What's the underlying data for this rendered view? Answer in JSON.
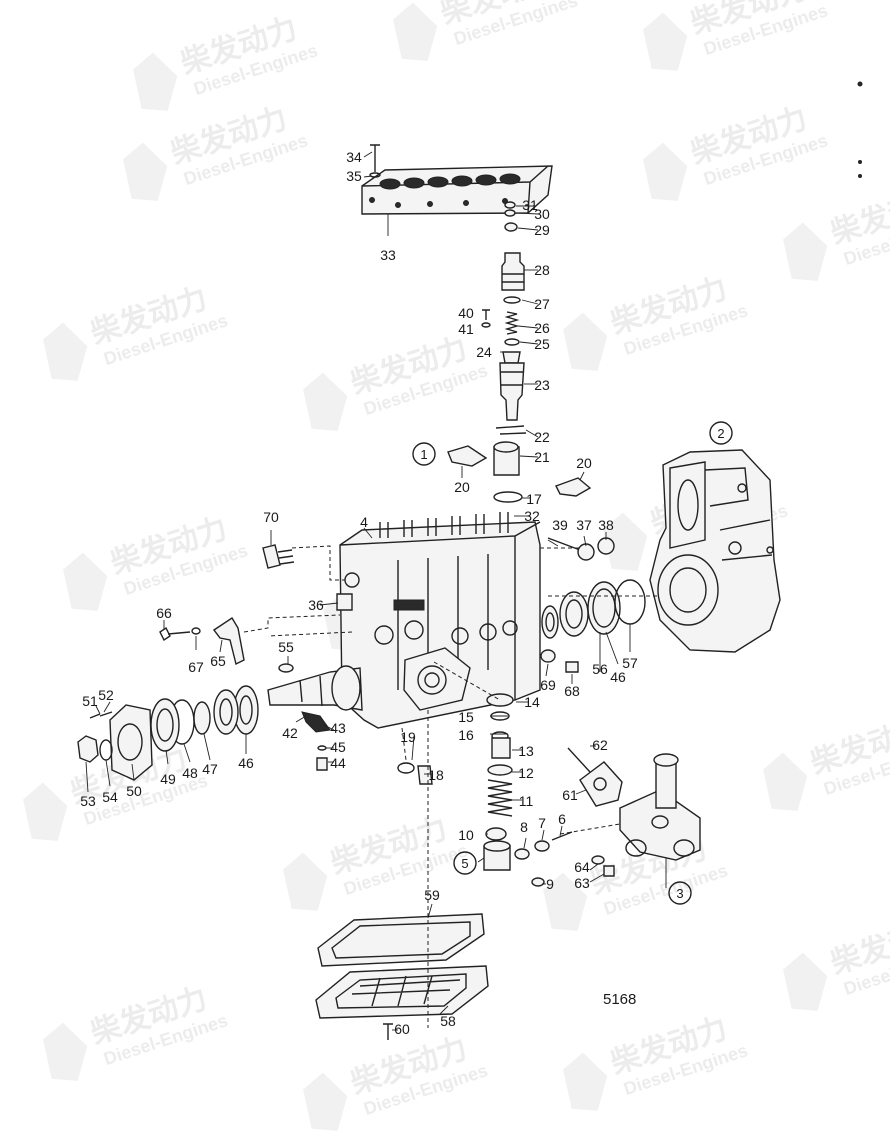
{
  "drawing_number": "5168",
  "watermark": {
    "brand": "柴发动力",
    "sub": "Diesel-Engines"
  },
  "callouts": [
    {
      "id": "c1",
      "text": "1",
      "circled": true
    },
    {
      "id": "c2",
      "text": "2",
      "circled": true
    },
    {
      "id": "c3",
      "text": "3",
      "circled": true
    },
    {
      "id": "c4",
      "text": "4"
    },
    {
      "id": "c5",
      "text": "5",
      "circled": true
    },
    {
      "id": "c6",
      "text": "6"
    },
    {
      "id": "c7",
      "text": "7"
    },
    {
      "id": "c8",
      "text": "8"
    },
    {
      "id": "c9",
      "text": "9"
    },
    {
      "id": "c10",
      "text": "10"
    },
    {
      "id": "c11",
      "text": "11"
    },
    {
      "id": "c12",
      "text": "12"
    },
    {
      "id": "c13",
      "text": "13"
    },
    {
      "id": "c14",
      "text": "14"
    },
    {
      "id": "c15",
      "text": "15"
    },
    {
      "id": "c16",
      "text": "16"
    },
    {
      "id": "c17",
      "text": "17"
    },
    {
      "id": "c18",
      "text": "18"
    },
    {
      "id": "c19",
      "text": "19"
    },
    {
      "id": "c20a",
      "text": "20"
    },
    {
      "id": "c20b",
      "text": "20"
    },
    {
      "id": "c21",
      "text": "21"
    },
    {
      "id": "c22",
      "text": "22"
    },
    {
      "id": "c23",
      "text": "23"
    },
    {
      "id": "c24",
      "text": "24"
    },
    {
      "id": "c25",
      "text": "25"
    },
    {
      "id": "c26",
      "text": "26"
    },
    {
      "id": "c27",
      "text": "27"
    },
    {
      "id": "c28",
      "text": "28"
    },
    {
      "id": "c29",
      "text": "29"
    },
    {
      "id": "c30",
      "text": "30"
    },
    {
      "id": "c31",
      "text": "31"
    },
    {
      "id": "c32",
      "text": "32"
    },
    {
      "id": "c33",
      "text": "33"
    },
    {
      "id": "c34",
      "text": "34"
    },
    {
      "id": "c35",
      "text": "35"
    },
    {
      "id": "c36",
      "text": "36"
    },
    {
      "id": "c37",
      "text": "37"
    },
    {
      "id": "c38",
      "text": "38"
    },
    {
      "id": "c39",
      "text": "39"
    },
    {
      "id": "c40",
      "text": "40"
    },
    {
      "id": "c41",
      "text": "41"
    },
    {
      "id": "c42",
      "text": "42"
    },
    {
      "id": "c43",
      "text": "43"
    },
    {
      "id": "c44",
      "text": "44"
    },
    {
      "id": "c45",
      "text": "45"
    },
    {
      "id": "c46a",
      "text": "46"
    },
    {
      "id": "c46b",
      "text": "46"
    },
    {
      "id": "c47",
      "text": "47"
    },
    {
      "id": "c48",
      "text": "48"
    },
    {
      "id": "c49",
      "text": "49"
    },
    {
      "id": "c50",
      "text": "50"
    },
    {
      "id": "c51",
      "text": "51"
    },
    {
      "id": "c52",
      "text": "52"
    },
    {
      "id": "c53",
      "text": "53"
    },
    {
      "id": "c54",
      "text": "54"
    },
    {
      "id": "c55",
      "text": "55"
    },
    {
      "id": "c56",
      "text": "56"
    },
    {
      "id": "c57",
      "text": "57"
    },
    {
      "id": "c58",
      "text": "58"
    },
    {
      "id": "c59",
      "text": "59"
    },
    {
      "id": "c60",
      "text": "60"
    },
    {
      "id": "c61",
      "text": "61"
    },
    {
      "id": "c62",
      "text": "62"
    },
    {
      "id": "c63",
      "text": "63"
    },
    {
      "id": "c64",
      "text": "64"
    },
    {
      "id": "c65",
      "text": "65"
    },
    {
      "id": "c66",
      "text": "66"
    },
    {
      "id": "c67",
      "text": "67"
    },
    {
      "id": "c68",
      "text": "68"
    },
    {
      "id": "c69",
      "text": "69"
    },
    {
      "id": "c70",
      "text": "70"
    }
  ]
}
